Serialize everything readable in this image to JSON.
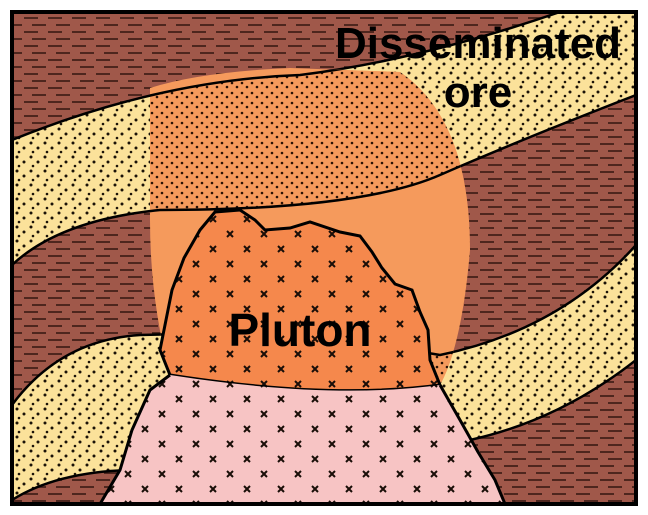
{
  "labels": {
    "disseminated_line1": "Disseminated",
    "disseminated_line2": "ore",
    "pluton": "Pluton"
  },
  "colors": {
    "shale": "#a0584a",
    "shale_stripe": "#3a1a12",
    "sandstone": "#fbe29a",
    "sandstone_dot": "#1a1208",
    "ore_halo": "#f59a5c",
    "ore_dot": "#2a1206",
    "pluton_upper": "#f5884c",
    "pluton_lower": "#f7c4c4",
    "cross": "#1a0e08",
    "outline": "#000000"
  }
}
